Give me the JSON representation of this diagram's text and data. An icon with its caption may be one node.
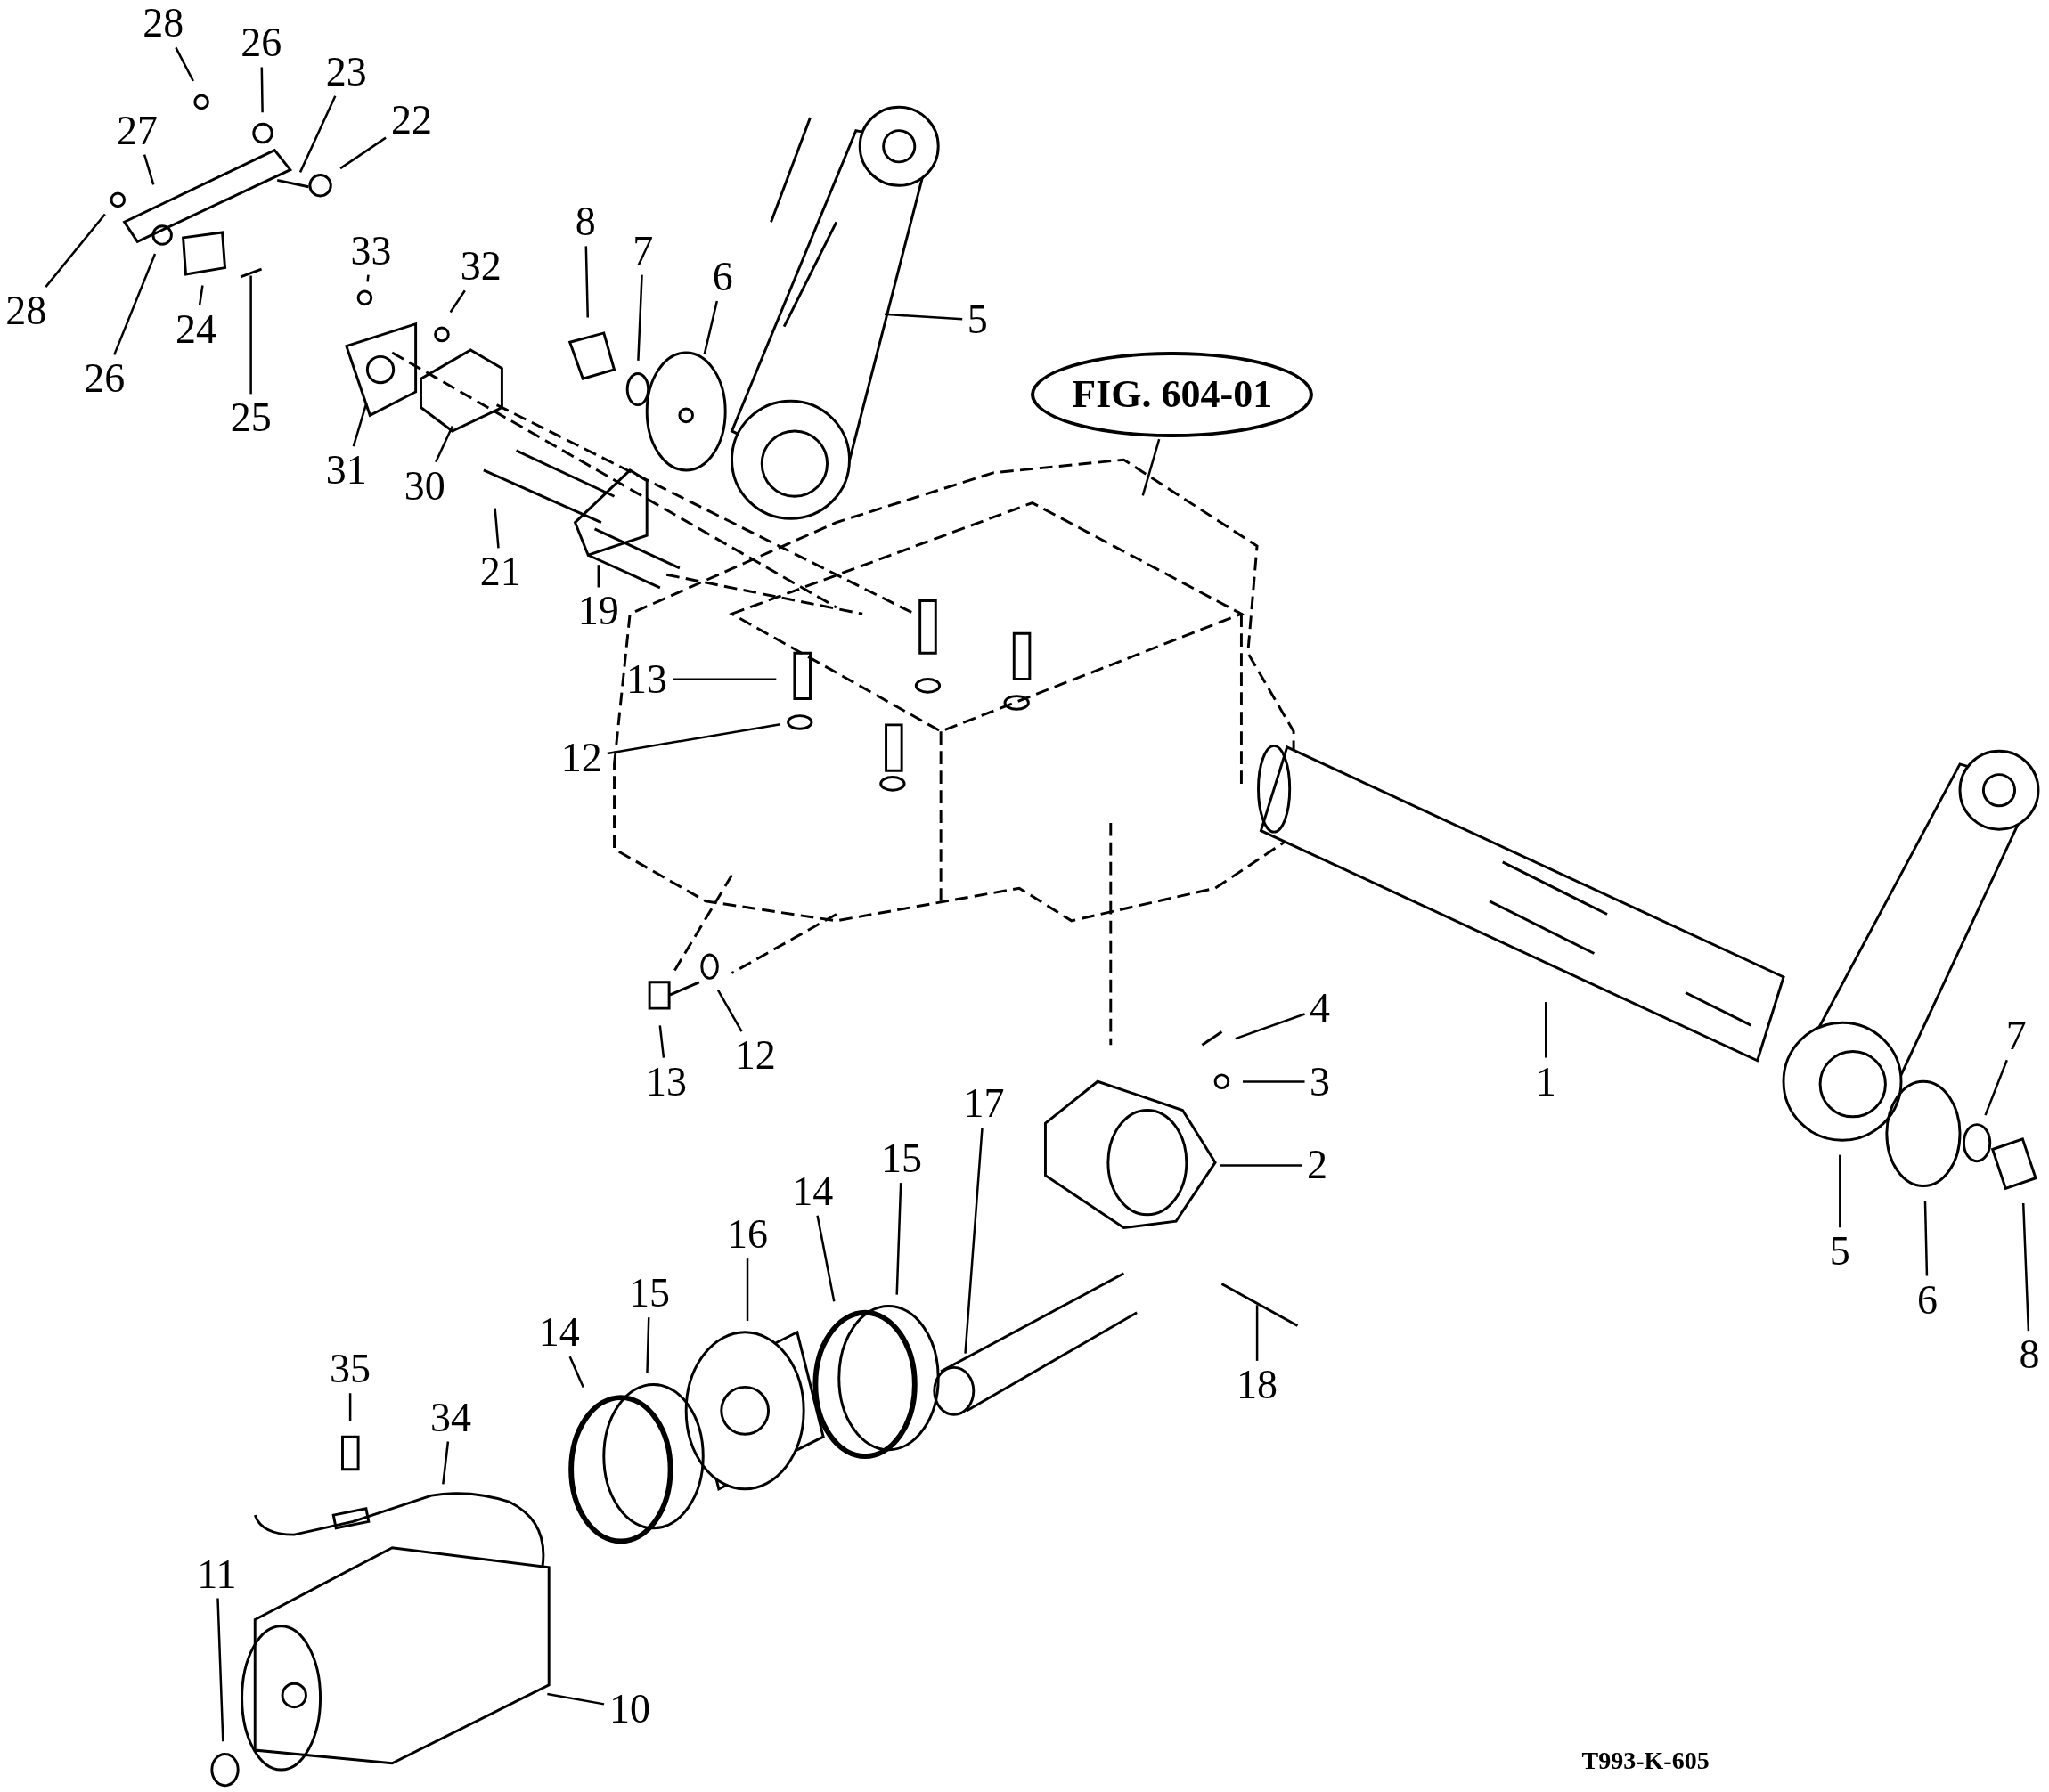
{
  "diagram": {
    "nodes": [
      {
        "text": [
          "28"
        ]
      },
      {
        "text": [
          "26"
        ]
      },
      {
        "text": [
          "23"
        ]
      },
      {
        "text": [
          "22"
        ]
      },
      {
        "text": [
          "27"
        ]
      },
      {
        "text": [
          "28"
        ]
      },
      {
        "text": [
          "26"
        ]
      },
      {
        "text": [
          "24"
        ]
      },
      {
        "text": [
          "25"
        ]
      },
      {
        "text": [
          "33"
        ]
      },
      {
        "text": [
          "32"
        ]
      },
      {
        "text": [
          "31"
        ]
      },
      {
        "text": [
          "30"
        ]
      },
      {
        "text": [
          "21"
        ]
      },
      {
        "text": [
          "19"
        ]
      },
      {
        "text": [
          "8"
        ]
      },
      {
        "text": [
          "7"
        ]
      },
      {
        "text": [
          "6"
        ]
      },
      {
        "text": [
          "5"
        ]
      },
      {
        "text": [
          "FIG. 604-01"
        ]
      },
      {
        "text": [
          "13"
        ]
      },
      {
        "text": [
          "12"
        ]
      },
      {
        "text": [
          "13"
        ]
      },
      {
        "text": [
          "12"
        ]
      },
      {
        "text": [
          "4"
        ]
      },
      {
        "text": [
          "3"
        ]
      },
      {
        "text": [
          "2"
        ]
      },
      {
        "text": [
          "1"
        ]
      },
      {
        "text": [
          "17"
        ]
      },
      {
        "text": [
          "18"
        ]
      },
      {
        "text": [
          "16"
        ]
      },
      {
        "text": [
          "15"
        ]
      },
      {
        "text": [
          "14"
        ]
      },
      {
        "text": [
          "15"
        ]
      },
      {
        "text": [
          "14"
        ]
      },
      {
        "text": [
          "35"
        ]
      },
      {
        "text": [
          "34"
        ]
      },
      {
        "text": [
          "11"
        ]
      },
      {
        "text": [
          "10"
        ]
      },
      {
        "text": [
          "5"
        ]
      },
      {
        "text": [
          "6"
        ]
      },
      {
        "text": [
          "7"
        ]
      },
      {
        "text": [
          "8"
        ]
      }
    ],
    "edges": [
      {
        "from": 0,
        "to": null,
        "arrow": "none"
      },
      {
        "from": 1,
        "to": null,
        "arrow": "none"
      },
      {
        "from": 2,
        "to": null,
        "arrow": "none"
      },
      {
        "from": 3,
        "to": null,
        "arrow": "none"
      },
      {
        "from": 4,
        "to": null,
        "arrow": "none"
      },
      {
        "from": 5,
        "to": null,
        "arrow": "none"
      },
      {
        "from": 6,
        "to": null,
        "arrow": "none"
      },
      {
        "from": 7,
        "to": null,
        "arrow": "none"
      },
      {
        "from": 8,
        "to": null,
        "arrow": "none"
      },
      {
        "from": 9,
        "to": null,
        "arrow": "none"
      },
      {
        "from": 10,
        "to": null,
        "arrow": "none"
      },
      {
        "from": 11,
        "to": null,
        "arrow": "none"
      },
      {
        "from": 12,
        "to": null,
        "arrow": "none"
      },
      {
        "from": 13,
        "to": null,
        "arrow": "none"
      },
      {
        "from": 14,
        "to": null,
        "arrow": "none"
      },
      {
        "from": 15,
        "to": null,
        "arrow": "none"
      },
      {
        "from": 16,
        "to": null,
        "arrow": "none"
      },
      {
        "from": 17,
        "to": null,
        "arrow": "none"
      },
      {
        "from": 18,
        "to": null,
        "arrow": "none"
      },
      {
        "from": 19,
        "to": null,
        "arrow": "none"
      },
      {
        "from": 20,
        "to": null,
        "arrow": "none"
      },
      {
        "from": 21,
        "to": null,
        "arrow": "none"
      },
      {
        "from": 22,
        "to": null,
        "arrow": "none"
      },
      {
        "from": 23,
        "to": null,
        "arrow": "none"
      },
      {
        "from": 24,
        "to": null,
        "arrow": "none"
      },
      {
        "from": 25,
        "to": null,
        "arrow": "none"
      },
      {
        "from": 26,
        "to": null,
        "arrow": "none"
      },
      {
        "from": 27,
        "to": null,
        "arrow": "none"
      },
      {
        "from": 28,
        "to": null,
        "arrow": "none"
      },
      {
        "from": 29,
        "to": null,
        "arrow": "none"
      },
      {
        "from": 30,
        "to": null,
        "arrow": "none"
      },
      {
        "from": 31,
        "to": null,
        "arrow": "none"
      },
      {
        "from": 32,
        "to": null,
        "arrow": "none"
      },
      {
        "from": 33,
        "to": null,
        "arrow": "none"
      },
      {
        "from": 34,
        "to": null,
        "arrow": "none"
      },
      {
        "from": 35,
        "to": null,
        "arrow": "none"
      },
      {
        "from": 36,
        "to": null,
        "arrow": "none"
      },
      {
        "from": 37,
        "to": null,
        "arrow": "none"
      },
      {
        "from": 38,
        "to": null,
        "arrow": "none"
      },
      {
        "from": 39,
        "to": null,
        "arrow": "none"
      },
      {
        "from": 40,
        "to": null,
        "arrow": "none"
      },
      {
        "from": 41,
        "to": null,
        "arrow": "none"
      },
      {
        "from": 42,
        "to": null,
        "arrow": "none"
      }
    ],
    "labels": [
      "T993-K-605"
    ]
  }
}
